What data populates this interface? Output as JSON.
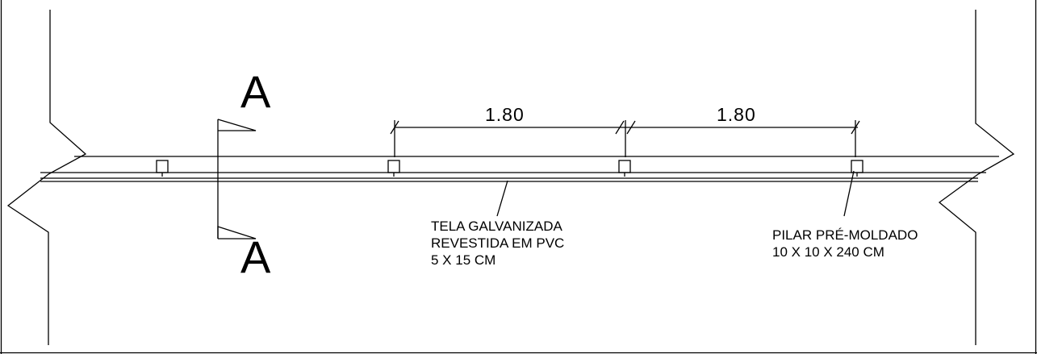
{
  "section_marker": {
    "top_letter": "A",
    "bottom_letter": "A"
  },
  "dimensions": [
    {
      "value": "1.80"
    },
    {
      "value": "1.80"
    }
  ],
  "notes": {
    "mesh": {
      "line1": "TELA GALVANIZADA",
      "line2": "REVESTIDA EM PVC",
      "line3": "5 X 15 CM"
    },
    "pillar": {
      "line1": "PILAR PRÉ-MOLDADO",
      "line2": "10 X 10 X 240 CM"
    }
  },
  "colors": {
    "line": "#000000",
    "background": "#ffffff"
  }
}
